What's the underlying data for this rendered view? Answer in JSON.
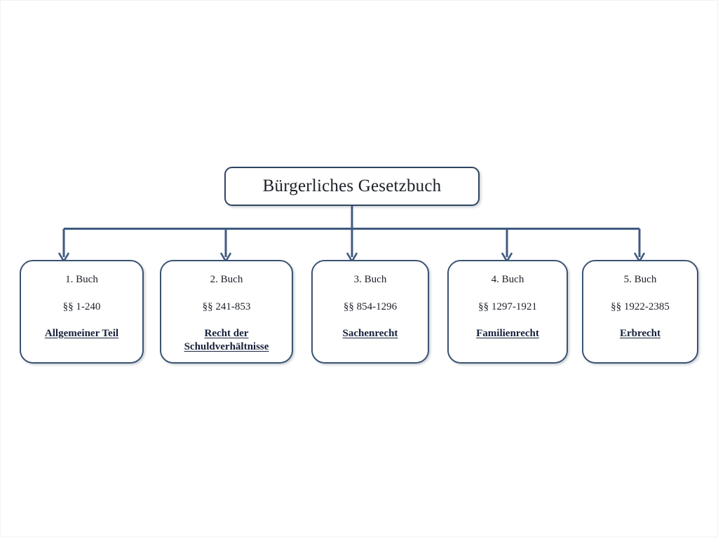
{
  "diagram": {
    "title": "Bürgerliches Gesetzbuch",
    "root": {
      "label": "Bürgerliches Gesetzbuch"
    },
    "colors": {
      "border": "#3a5372",
      "root_border": "#2f4661",
      "connector": "#3f5a80",
      "text": "#1b1f27",
      "title_text": "#16203a",
      "background": "#ffffff",
      "frame": "#f2f2f3"
    },
    "nodes": [
      {
        "book": "1. Buch",
        "sections": "§§ 1-240",
        "title_lines": [
          "Allgemeiner Teil"
        ]
      },
      {
        "book": "2. Buch",
        "sections": "§§ 241-853",
        "title_lines": [
          "Recht der",
          "Schuldverhältnisse"
        ]
      },
      {
        "book": "3. Buch",
        "sections": "§§ 854-1296",
        "title_lines": [
          "Sachenrecht"
        ]
      },
      {
        "book": "4. Buch",
        "sections": "§§ 1297-1921",
        "title_lines": [
          "Familienrecht"
        ]
      },
      {
        "book": "5. Buch",
        "sections": "§§ 1922-2385",
        "title_lines": [
          "Erbrecht"
        ]
      }
    ]
  }
}
